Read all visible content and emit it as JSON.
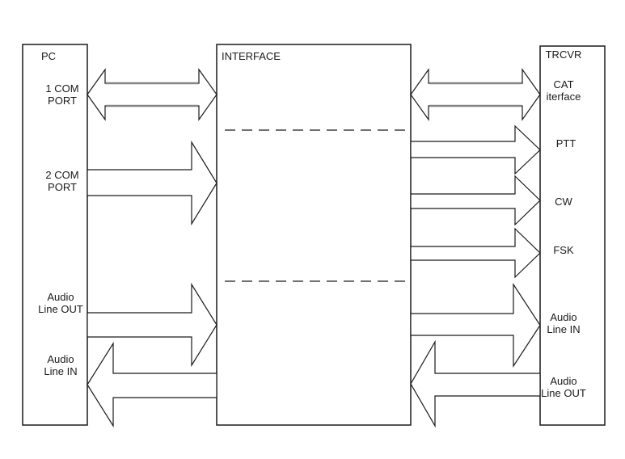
{
  "pc": {
    "title": "PC",
    "com1": "1 COM\nPORT",
    "com2": "2 COM\nPORT",
    "audio_out": "Audio\nLine OUT",
    "audio_in": "Audio\nLine IN"
  },
  "interface": {
    "title": "INTERFACE"
  },
  "trcvr": {
    "title": "TRCVR",
    "cat": "CAT\niterface",
    "ptt": "PTT",
    "cw": "CW",
    "fsk": "FSK",
    "audio_in": "Audio\nLine IN",
    "audio_out": "Audio\nLine OUT"
  },
  "connections": [
    {
      "from": "PC 1 COM PORT",
      "to": "INTERFACE",
      "direction": "bidirectional"
    },
    {
      "from": "PC 2 COM PORT",
      "to": "INTERFACE",
      "direction": "right"
    },
    {
      "from": "PC Audio Line OUT",
      "to": "INTERFACE",
      "direction": "right"
    },
    {
      "from": "INTERFACE",
      "to": "PC Audio Line IN",
      "direction": "left"
    },
    {
      "from": "INTERFACE",
      "to": "TRCVR CAT iterface",
      "direction": "bidirectional"
    },
    {
      "from": "INTERFACE",
      "to": "TRCVR PTT",
      "direction": "right"
    },
    {
      "from": "INTERFACE",
      "to": "TRCVR CW",
      "direction": "right"
    },
    {
      "from": "INTERFACE",
      "to": "TRCVR FSK",
      "direction": "right"
    },
    {
      "from": "INTERFACE",
      "to": "TRCVR Audio Line IN",
      "direction": "right"
    },
    {
      "from": "TRCVR Audio Line OUT",
      "to": "INTERFACE",
      "direction": "left"
    }
  ],
  "colors": {
    "line": "#1a1a1a",
    "shaft_gray": "#858585",
    "background": "#ffffff"
  }
}
